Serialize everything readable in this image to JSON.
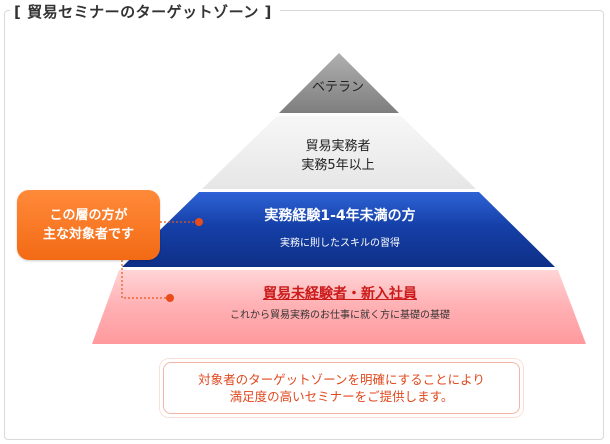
{
  "title": "[ 貿易セミナーのターゲットゾーン ]",
  "tiers": [
    {
      "lines": [
        "ベテラン"
      ]
    },
    {
      "lines": [
        "貿易実務者",
        "実務5年以上"
      ]
    },
    {
      "heading": "実務経験1-4年未満の方",
      "sub": "実務に則したスキルの習得"
    },
    {
      "heading": "貿易未経験者・新入社員",
      "sub": "これから貿易実務のお仕事に就く方に基礎の基礎"
    }
  ],
  "callout": {
    "line1": "この層の方が",
    "line2": "主な対象者です"
  },
  "note": {
    "line1": "対象者のターゲットゾーンを明確にすることにより",
    "line2": "満足度の高いセミナーをご提供します。"
  },
  "colors": {
    "accent_orange": "#f36a14",
    "tier_blue": "#1a47b8",
    "tier_pink": "#ffa4a8",
    "tier_gray": "#8a8a8a",
    "note_text": "#e0491f"
  }
}
